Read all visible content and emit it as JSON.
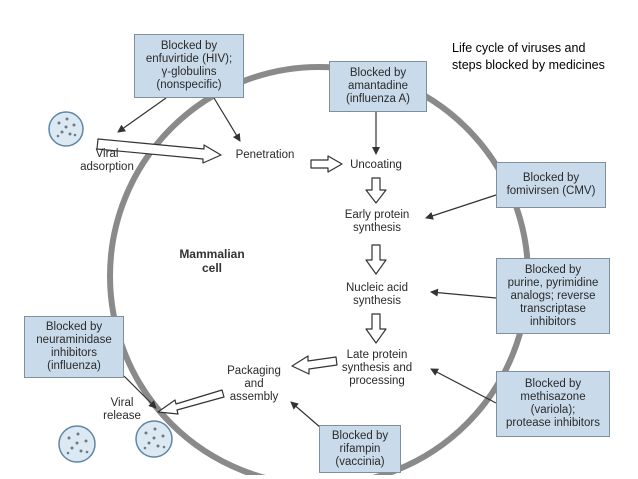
{
  "title": {
    "line1": "Life cycle of viruses and",
    "line2": "steps blocked by medicines"
  },
  "inhibitors": {
    "enfuvirtide": [
      "Blocked by",
      "enfuvirtide (HIV);",
      "γ-globulins",
      "(nonspecific)"
    ],
    "amantadine": [
      "Blocked by",
      "amantadine",
      "(influenza A)"
    ],
    "fomivirsen": [
      "Blocked by",
      "fomivirsen (CMV)"
    ],
    "purine": [
      "Blocked by",
      "purine, pyrimidine",
      "analogs; reverse",
      "transcriptase",
      "inhibitors"
    ],
    "methisazone": [
      "Blocked by",
      "methisazone",
      "(variola);",
      "protease inhibitors"
    ],
    "rifampin": [
      "Blocked by",
      "rifampin",
      "(vaccinia)"
    ],
    "neuraminidase": [
      "Blocked by",
      "neuraminidase",
      "inhibitors",
      "(influenza)"
    ]
  },
  "steps": {
    "adsorption": [
      "Viral",
      "adsorption"
    ],
    "penetration": [
      "Penetration"
    ],
    "uncoating": [
      "Uncoating"
    ],
    "early_protein": [
      "Early protein",
      "synthesis"
    ],
    "nucleic_acid": [
      "Nucleic acid",
      "synthesis"
    ],
    "late_protein": [
      "Late protein",
      "synthesis and",
      "processing"
    ],
    "packaging": [
      "Packaging",
      "and",
      "assembly"
    ],
    "release": [
      "Viral",
      "release"
    ]
  },
  "cell_label": [
    "Mammalian",
    "cell"
  ],
  "colors": {
    "box_fill": "#c9dbea",
    "box_border": "#7f8f9c",
    "membrane": "#8a8a8a",
    "virus_fill": "#dde9f2",
    "ink": "#2a2a2a"
  }
}
